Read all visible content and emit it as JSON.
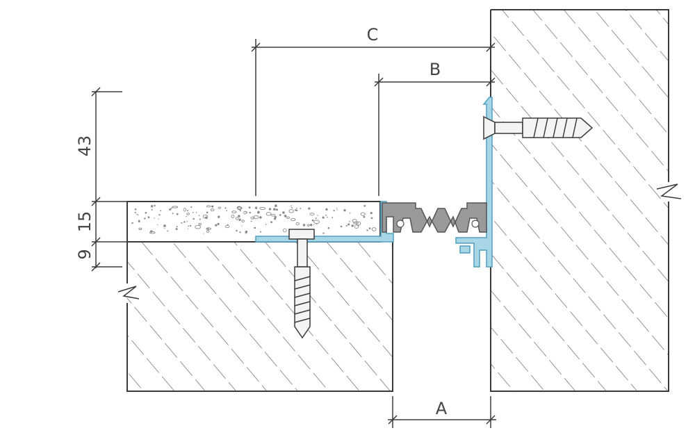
{
  "diagram": {
    "dimensions": {
      "a": "A",
      "b": "B",
      "c": "C",
      "h43": "43",
      "h15": "15",
      "h9": "9"
    },
    "colors": {
      "line": "#3a3a3a",
      "hatch": "#4a4a4a",
      "aluminium": "#a9d6e6",
      "aluminium_edge": "#4f9fbf",
      "rubber": "#9a9a9a",
      "rubber_edge": "#555555",
      "concrete_dot": "#8a8a8a",
      "anchor": "#f4f4f4"
    },
    "components": [
      "left-concrete-slab",
      "right-concrete-wall",
      "screed-layer",
      "aluminium-profile-left",
      "aluminium-profile-right",
      "rubber-insert",
      "anchor-bolt-floor",
      "anchor-bolt-wall"
    ]
  }
}
